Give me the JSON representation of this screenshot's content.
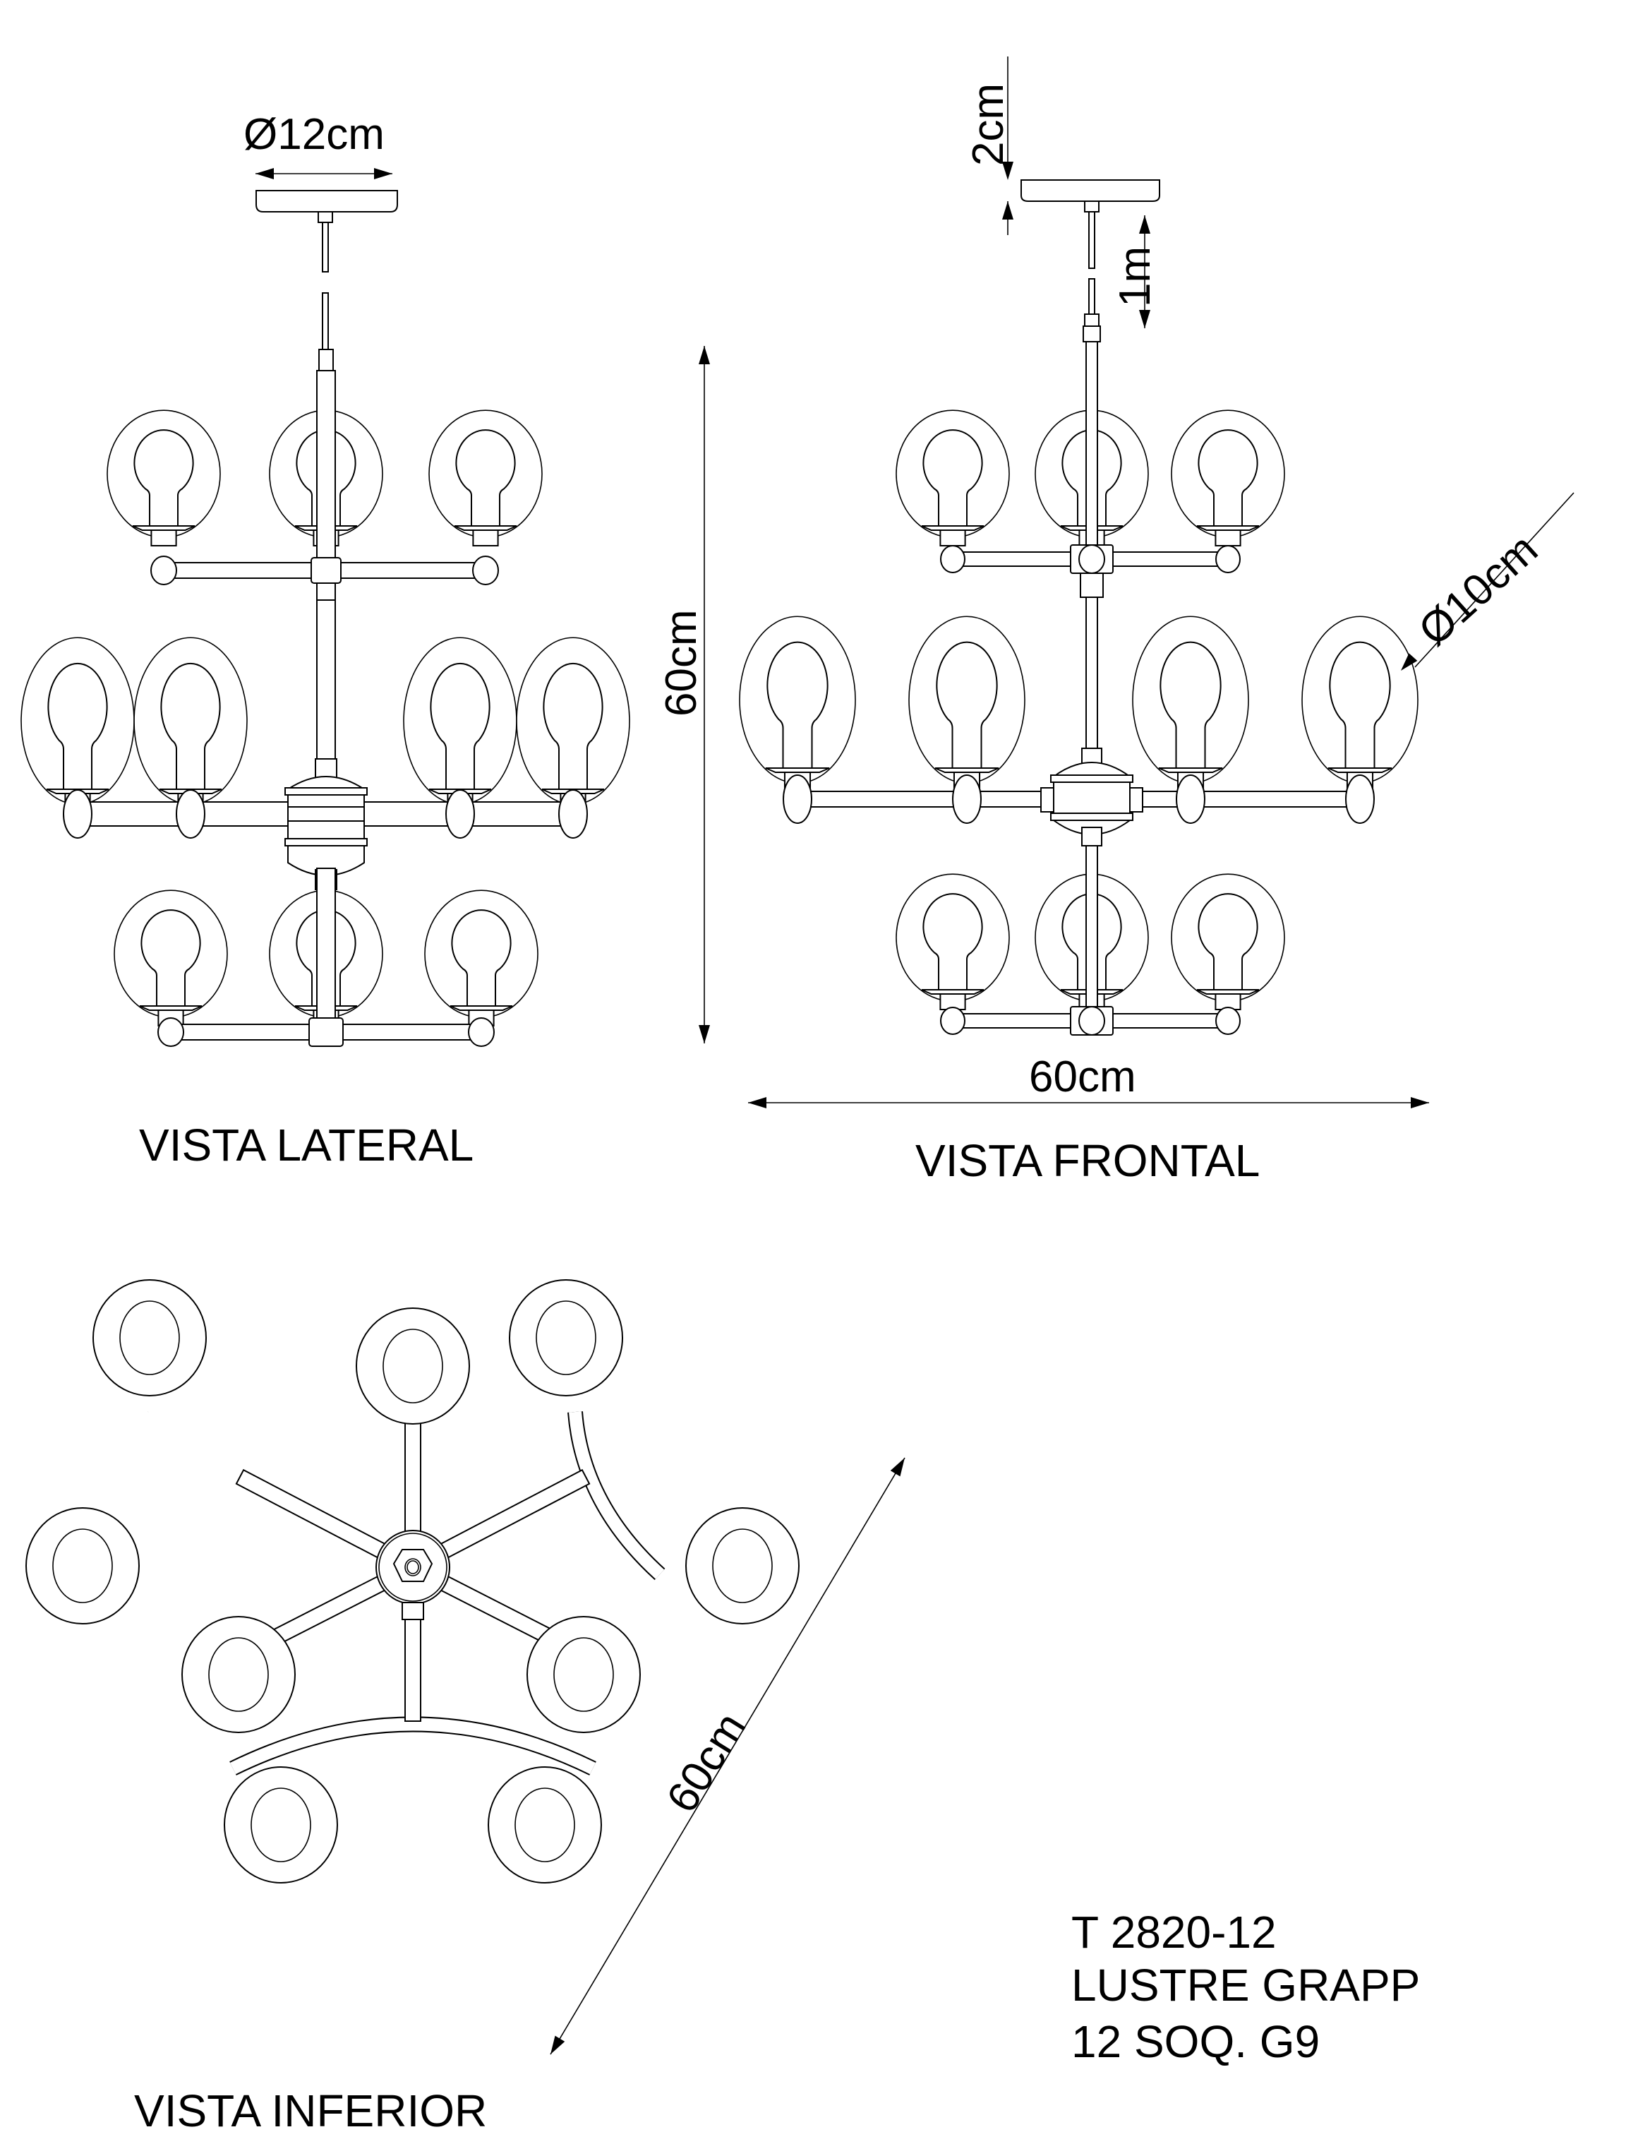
{
  "document": {
    "type": "technical drawing",
    "subject": "chandelier dimension sheet",
    "line_color": "#000000",
    "background": "#ffffff"
  },
  "views": {
    "lateral": {
      "title": "VISTA LATERAL",
      "dimensions": {
        "canopy_diameter": "Ø12cm",
        "height": "60cm"
      },
      "tiers": [
        3,
        4,
        3
      ]
    },
    "frontal": {
      "title": "VISTA FRONTAL",
      "dimensions": {
        "canopy_height": "2cm",
        "cable_length": "1m",
        "globe_diameter": "Ø10cm",
        "width": "60cm"
      },
      "tiers": [
        3,
        4,
        3
      ]
    },
    "inferior": {
      "title": "VISTA INFERIOR",
      "dimensions": {
        "diameter": "60cm"
      },
      "globe_count": 9
    }
  },
  "product": {
    "code": "T 2820-12",
    "name": "LUSTRE GRAPP",
    "spec": "12 SOQ. G9"
  }
}
